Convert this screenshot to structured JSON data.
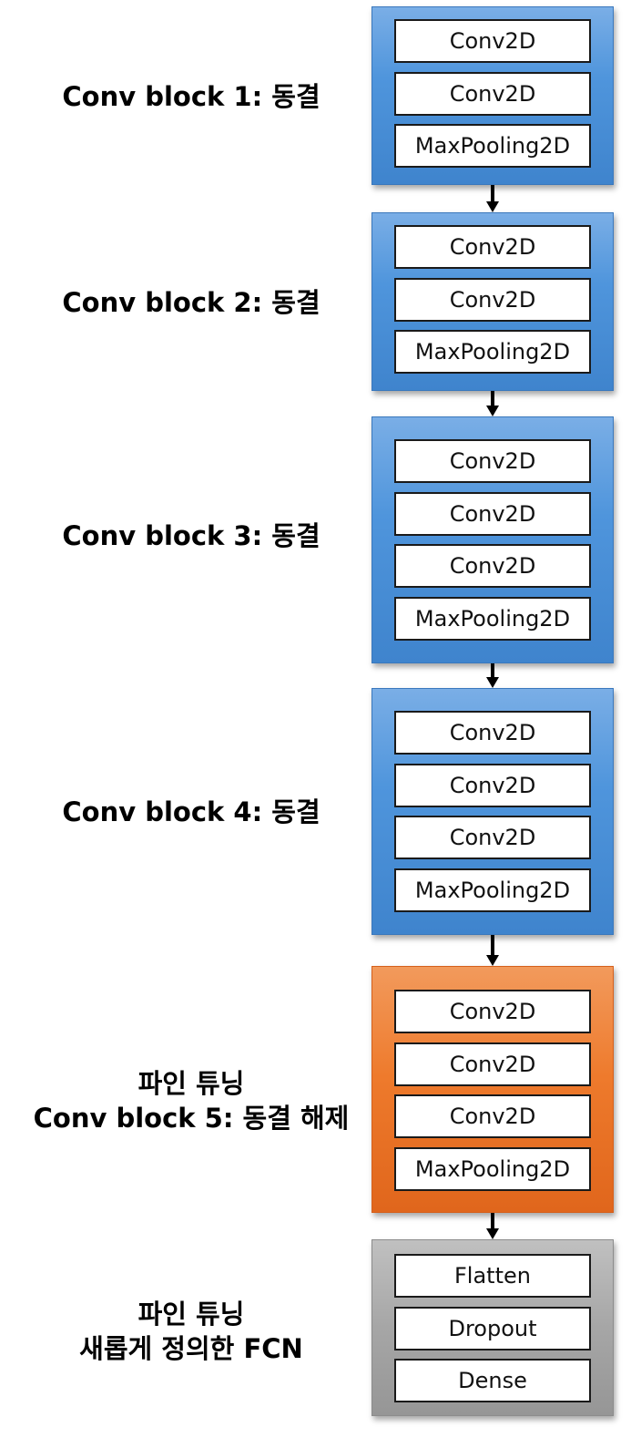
{
  "blocks": [
    {
      "label_lines": [
        "Conv block 1: 동결"
      ],
      "color": "#4f95dc",
      "layers": [
        "Conv2D",
        "Conv2D",
        "MaxPooling2D"
      ]
    },
    {
      "label_lines": [
        "Conv block 2: 동결"
      ],
      "color": "#4f95dc",
      "layers": [
        "Conv2D",
        "Conv2D",
        "MaxPooling2D"
      ]
    },
    {
      "label_lines": [
        "Conv block 3: 동결"
      ],
      "color": "#4f95dc",
      "layers": [
        "Conv2D",
        "Conv2D",
        "Conv2D",
        "MaxPooling2D"
      ]
    },
    {
      "label_lines": [
        "Conv block 4: 동결"
      ],
      "color": "#4f95dc",
      "layers": [
        "Conv2D",
        "Conv2D",
        "Conv2D",
        "MaxPooling2D"
      ]
    },
    {
      "label_lines": [
        "파인 튜닝",
        "Conv block 5: 동결 해제"
      ],
      "color": "#ee7a2c",
      "layers": [
        "Conv2D",
        "Conv2D",
        "Conv2D",
        "MaxPooling2D"
      ]
    },
    {
      "label_lines": [
        "파인 튜닝",
        "새롭게 정의한 FCN"
      ],
      "color": "#a6a6a6",
      "layers": [
        "Flatten",
        "Dropout",
        "Dense"
      ]
    }
  ]
}
